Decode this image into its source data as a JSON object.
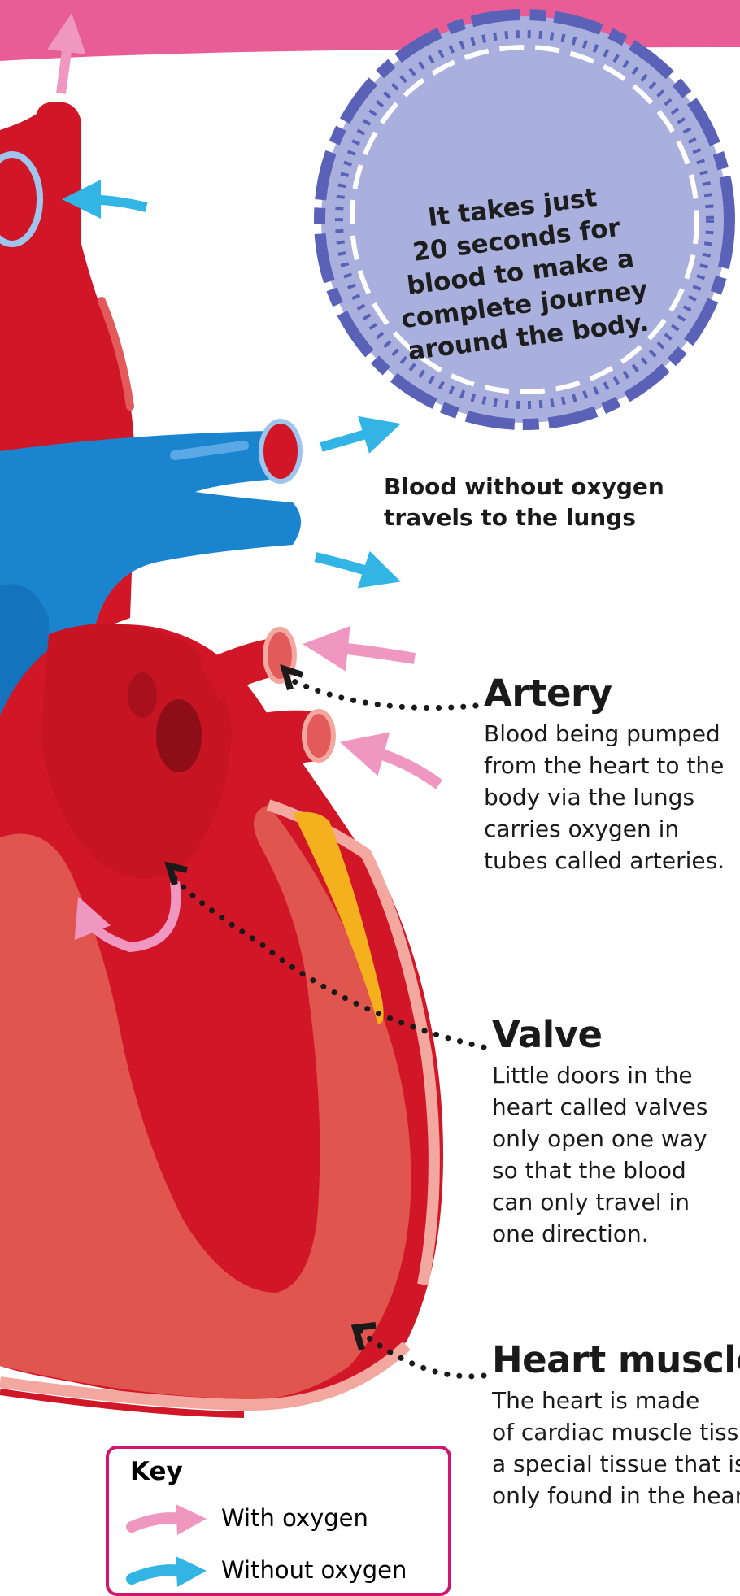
{
  "fact_bubble": {
    "text_lines": [
      "It takes just",
      "20 seconds for",
      "blood to make a",
      "complete journey",
      "around the body."
    ]
  },
  "lungs_label": {
    "lines": [
      "Blood without oxygen",
      "travels to the lungs"
    ]
  },
  "callouts": [
    {
      "heading": "Artery",
      "lines": [
        "Blood being pumped",
        "from the heart to the",
        "body via the lungs",
        "carries oxygen in",
        "tubes called arteries."
      ]
    },
    {
      "heading": "Valve",
      "lines": [
        "Little doors in the",
        "heart called valves",
        "only open one way",
        "so that the blood",
        "can only travel in",
        "one direction."
      ]
    },
    {
      "heading": "Heart muscle",
      "lines": [
        "The heart is made",
        "of cardiac muscle tissue,",
        "a special tissue that is",
        "only found in the heart."
      ]
    }
  ],
  "key": {
    "title": "Key",
    "items": [
      {
        "label": "With oxygen",
        "color": "#ef97c0"
      },
      {
        "label": "Without oxygen",
        "color": "#32b5e5"
      }
    ]
  },
  "colors": {
    "banner": "#e85d97",
    "artery_red": "#d11627",
    "muscle": "#e0564f",
    "vein_blue": "#1b84cf",
    "fact_fill": "#a9b0de",
    "fact_ring": "#5a62b8",
    "arrow_oxygen": "#ef97c0",
    "arrow_no_oxygen": "#32b5e5"
  }
}
